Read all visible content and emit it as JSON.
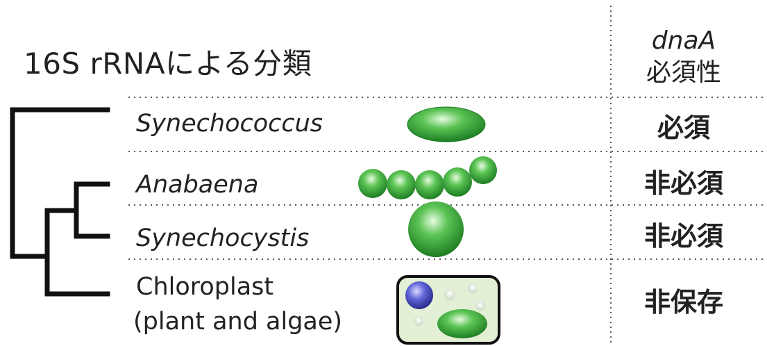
{
  "title": "16S rRNAによる分類",
  "column_header": {
    "gene": "dnaA",
    "label": "必須性"
  },
  "rows": [
    {
      "organism": "Synechococcus",
      "italic": true,
      "essentiality": "必須"
    },
    {
      "organism": "Anabaena",
      "italic": true,
      "essentiality": "非必須"
    },
    {
      "organism": "Synechocystis",
      "italic": true,
      "essentiality": "非必須"
    },
    {
      "organism_line1": "Chloroplast",
      "organism_line2": "(plant and algae)",
      "italic": false,
      "essentiality": "非保存"
    }
  ],
  "colors": {
    "cell_green": "#2f9e2f",
    "cell_highlight": "#c9f0c4",
    "plastid_bg": "#e3f0d6",
    "nucleus_blue": "#3b3fa8",
    "line": "#111111",
    "dotted": "#555555"
  }
}
